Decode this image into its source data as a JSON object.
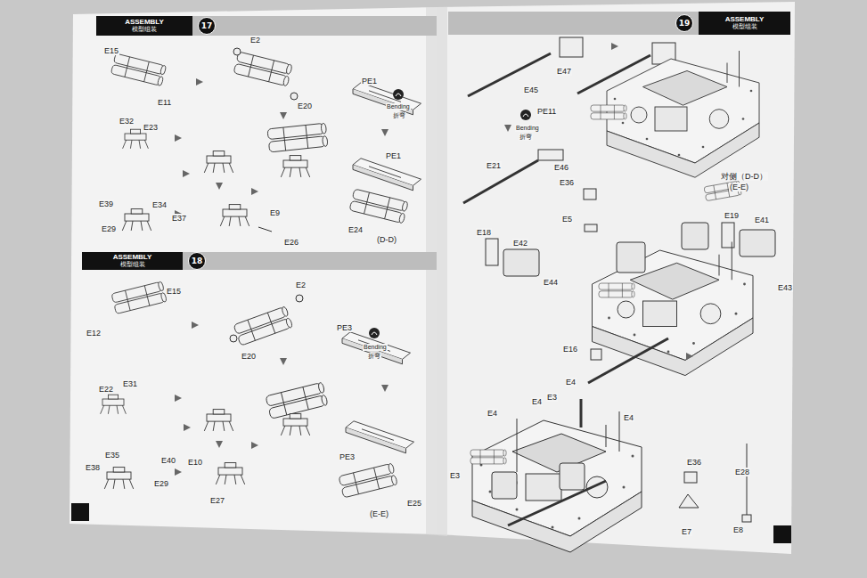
{
  "diagram": {
    "nodes": [
      {
        "text": [
          "ASSEMBLY",
          "模型组装"
        ]
      },
      {
        "text": [
          "17"
        ],
        "in": 0
      },
      {
        "text": [
          "ASSEMBLY",
          "模型组装"
        ]
      },
      {
        "text": [
          "18"
        ],
        "in": 2
      },
      {
        "text": [
          "ASSEMBLY",
          "模型组装"
        ]
      },
      {
        "text": [
          "19"
        ],
        "in": 4
      }
    ],
    "labels": [
      "E15",
      "E11",
      "E2",
      "E20",
      "PE1",
      "Bending",
      "折弯",
      "E32",
      "E23",
      "PE1",
      "E39",
      "E34",
      "E37",
      "E29",
      "E9",
      "E26",
      "E24",
      "(D-D)",
      "E15",
      "E12",
      "E2",
      "E20",
      "PE3",
      "Bending",
      "折弯",
      "E22",
      "E31",
      "PE3",
      "E35",
      "E40",
      "E38",
      "E29",
      "E10",
      "E27",
      "E25",
      "(E-E)",
      "E47",
      "E45",
      "PE11",
      "Bending",
      "折弯",
      "E21",
      "E46",
      "E36",
      "E5",
      "对侧（D-D）",
      "(E-E)",
      "E18",
      "E42",
      "E44",
      "E19",
      "E41",
      "E43",
      "E16",
      "E4",
      "E4",
      "E3",
      "E4",
      "E4",
      "E3",
      "E36",
      "E7",
      "E28",
      "E8"
    ]
  }
}
